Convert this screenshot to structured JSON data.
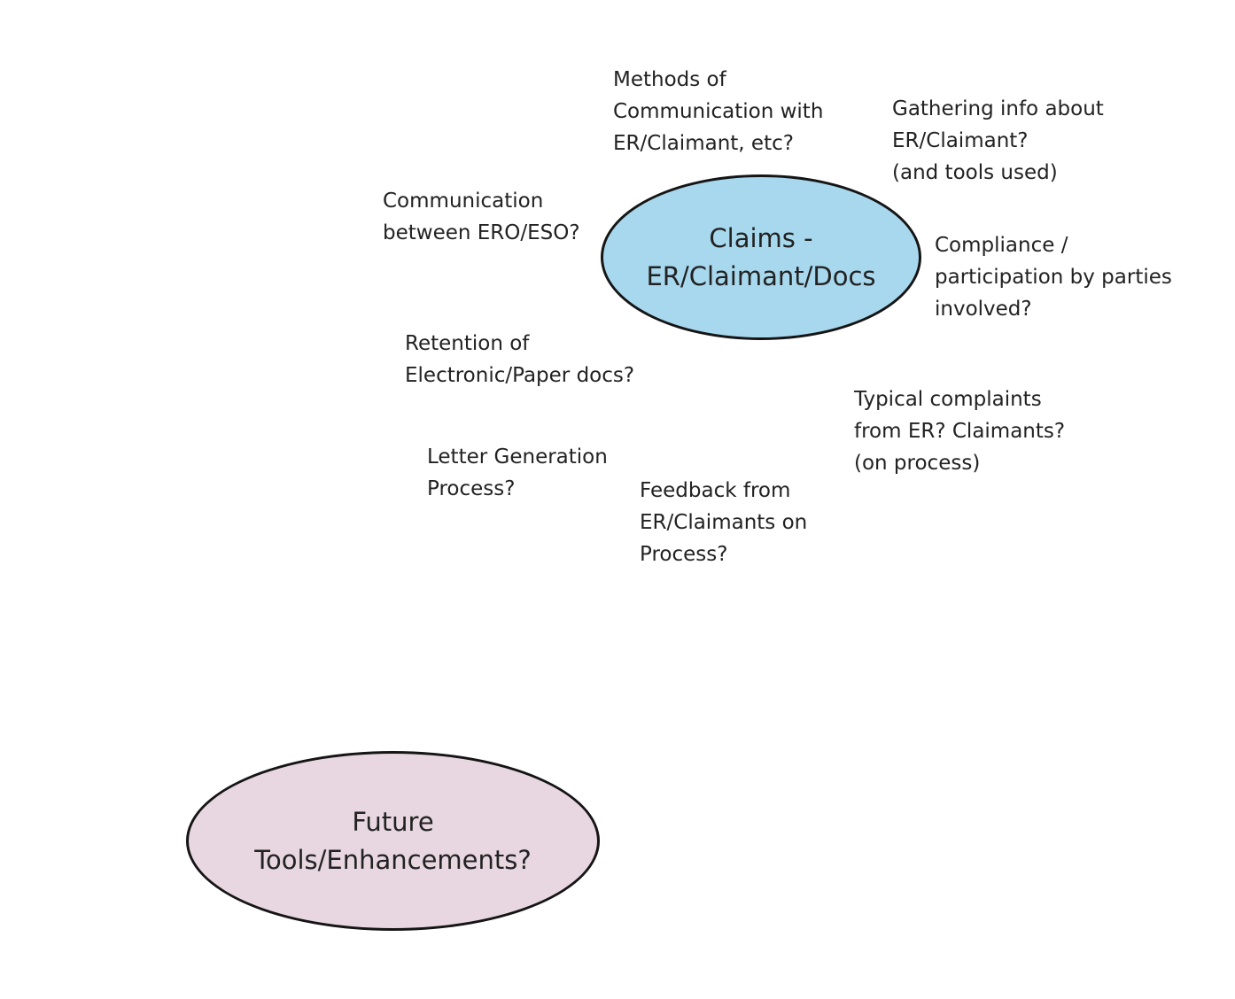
{
  "central_topic": {
    "label": "Claims -\nER/Claimant/Docs",
    "fill_color": "#a8d8ed"
  },
  "secondary_topic": {
    "label": "Future\nTools/Enhancements?",
    "fill_color": "#e8d7e0"
  },
  "notes": [
    {
      "text": "Methods of\nCommunication with\nER/Claimant, etc?"
    },
    {
      "text": "Gathering info about\nER/Claimant?\n(and tools used)"
    },
    {
      "text": "Communication\nbetween ERO/ESO?"
    },
    {
      "text": "Compliance /\nparticipation by parties\ninvolved?"
    },
    {
      "text": "Retention of\nElectronic/Paper docs?"
    },
    {
      "text": "Typical complaints\nfrom ER? Claimants?\n(on process)"
    },
    {
      "text": "Letter Generation\nProcess?"
    },
    {
      "text": "Feedback from\nER/Claimants on\nProcess?"
    }
  ]
}
